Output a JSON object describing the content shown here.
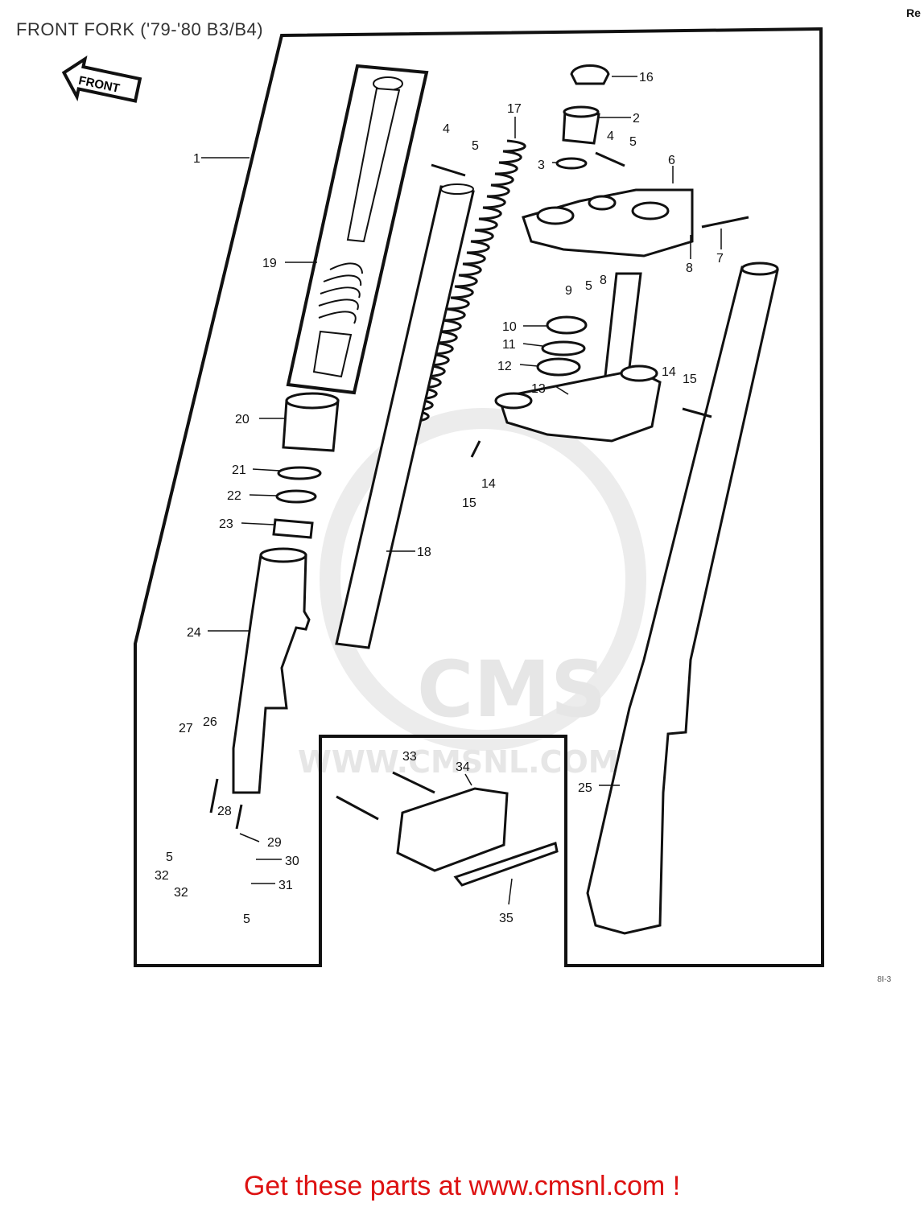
{
  "title": "FRONT FORK ('79-'80 B3/B4)",
  "corner_text": "Re",
  "corner_code": "8I-3",
  "front_arrow_label": "FRONT",
  "watermark": {
    "brand": "CMS",
    "url": "WWW.CMSNL.COM"
  },
  "cta": "Get these parts at www.cmsnl.com !",
  "callouts": [
    "1",
    "2",
    "3",
    "4",
    "4",
    "5",
    "5",
    "5",
    "5",
    "5",
    "6",
    "7",
    "8",
    "8",
    "9",
    "10",
    "11",
    "12",
    "13",
    "14",
    "14",
    "15",
    "15",
    "16",
    "17",
    "18",
    "19",
    "20",
    "21",
    "22",
    "23",
    "24",
    "25",
    "26",
    "27",
    "28",
    "29",
    "30",
    "31",
    "32",
    "32",
    "33",
    "34",
    "35"
  ],
  "colors": {
    "line": "#111111",
    "cta": "#dd1111",
    "watermark": "#e6e6e6"
  }
}
